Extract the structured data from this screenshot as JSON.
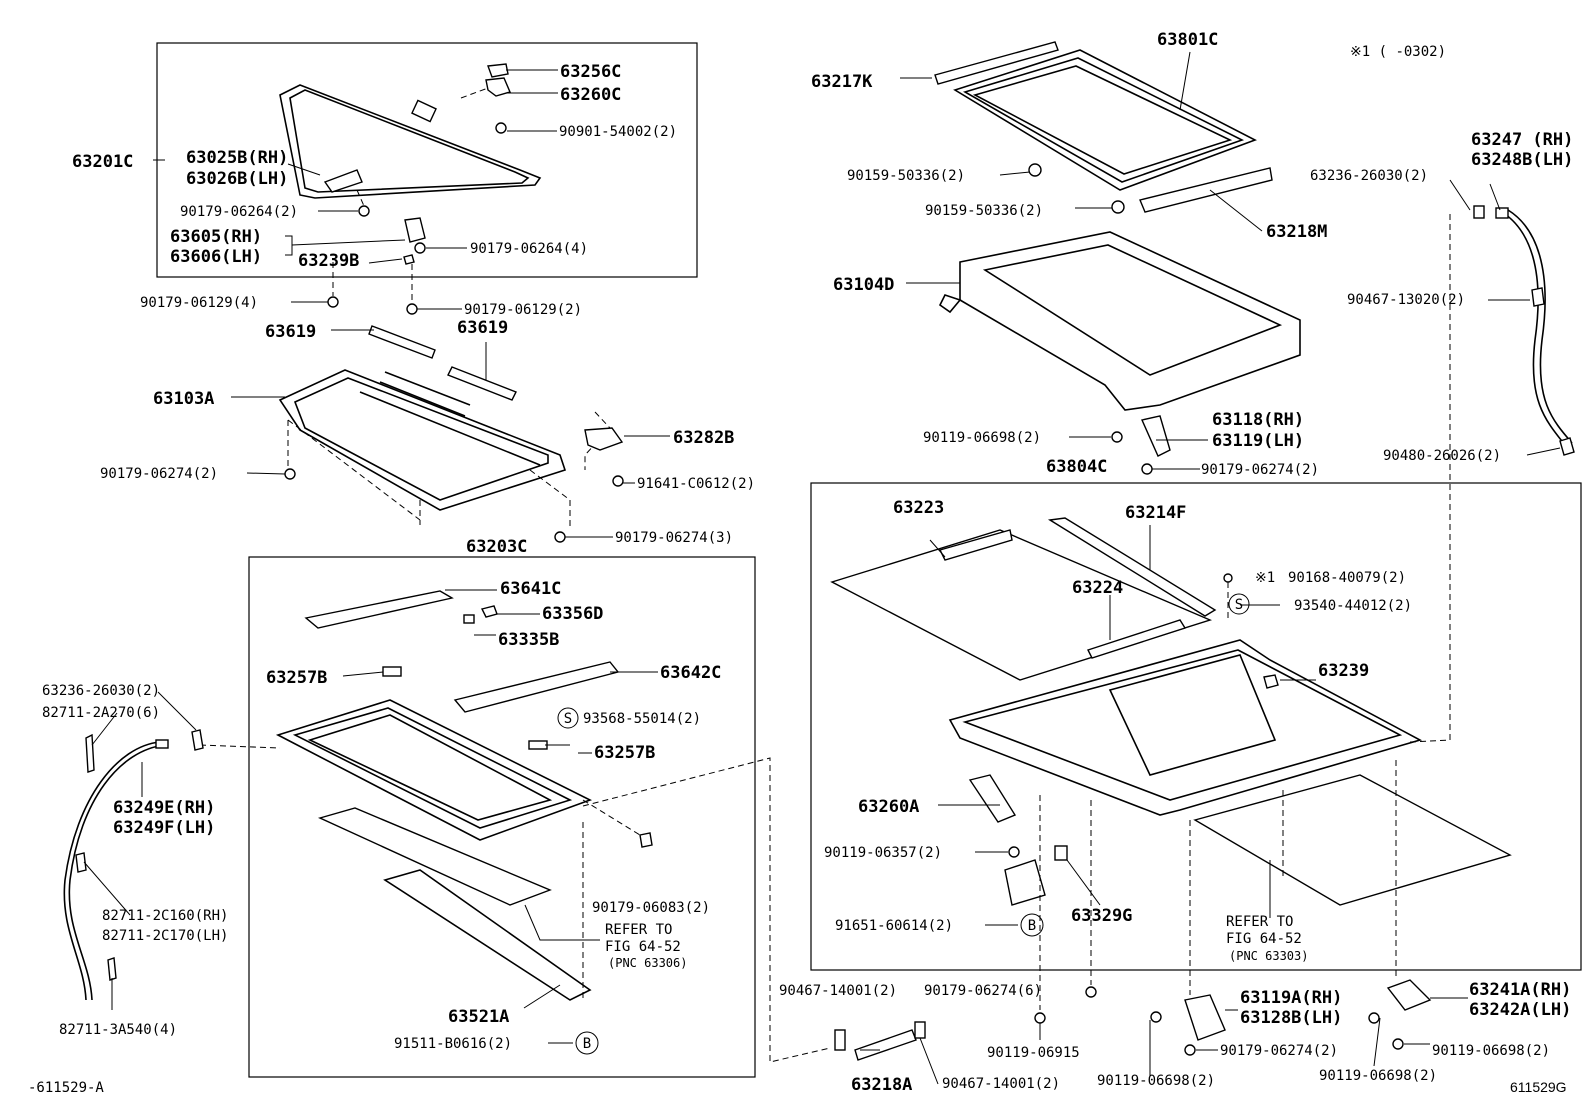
{
  "labels": {
    "p63256C": "63256C",
    "p63260C": "63260C",
    "p90901": "90901-54002(2)",
    "p63201C": "63201C",
    "p63025B": "63025B(RH)",
    "p63026B": "63026B(LH)",
    "p90179_06264_2": "90179-06264(2)",
    "p63605": "63605(RH)",
    "p63606": "63606(LH)",
    "p63239B": "63239B",
    "p90179_06264_4": "90179-06264(4)",
    "p90179_06129_4": "90179-06129(4)",
    "p90179_06129_2": "90179-06129(2)",
    "p63619a": "63619",
    "p63619b": "63619",
    "p63103A": "63103A",
    "p63282B": "63282B",
    "p90179_06274_2a": "90179-06274(2)",
    "p91641": "91641-C0612(2)",
    "p90179_06274_3": "90179-06274(3)",
    "p63203C": "63203C",
    "p63641C": "63641C",
    "p63356D": "63356D",
    "p63335B": "63335B",
    "p63257Ba": "63257B",
    "p63642C": "63642C",
    "p93568": "93568-55014(2)",
    "p63257Bb": "63257B",
    "p63236_left": "63236-26030(2)",
    "p82711_2A270": "82711-2A270(6)",
    "p63249E": "63249E(RH)",
    "p63249F": "63249F(LH)",
    "p90179_06083": "90179-06083(2)",
    "p82711_2C160": "82711-2C160(RH)",
    "p82711_2C170": "82711-2C170(LH)",
    "p82711_3A540": "82711-3A540(4)",
    "ref_left_1": "REFER TO",
    "ref_left_2": "FIG 64-52",
    "ref_left_3": "(PNC 63306)",
    "p63521A": "63521A",
    "p91511": "91511-B0616(2)",
    "footer_left": "-611529-A",
    "p63217K": "63217K",
    "p63801C": "63801C",
    "note1": "※1 (      -0302)",
    "p63247": "63247 (RH)",
    "p63248B": "63248B(LH)",
    "p90159_a": "90159-50336(2)",
    "p90159_b": "90159-50336(2)",
    "p63218M": "63218M",
    "p63236_right": "63236-26030(2)",
    "p63104D": "63104D",
    "p90467_13020": "90467-13020(2)",
    "p63118": "63118(RH)",
    "p63119": "63119(LH)",
    "p90119_06698_a": "90119-06698(2)",
    "p90480": "90480-26026(2)",
    "p63804C": "63804C",
    "p90179_06274_2b": "90179-06274(2)",
    "p63223": "63223",
    "p63214F": "63214F",
    "p90168_mark": "※1",
    "p90168": "90168-40079(2)",
    "p63224": "63224",
    "p93540": "93540-44012(2)",
    "p63239": "63239",
    "p63260A": "63260A",
    "p90119_06357": "90119-06357(2)",
    "p91651": "91651-60614(2)",
    "p63329G": "63329G",
    "ref_right_1": "REFER TO",
    "ref_right_2": "FIG 64-52",
    "ref_right_3": "(PNC 63303)",
    "p90467_14001_a": "90467-14001(2)",
    "p90179_06274_6": "90179-06274(6)",
    "p63119A": "63119A(RH)",
    "p63128B": "63128B(LH)",
    "p63241A": "63241A(RH)",
    "p63242A": "63242A(LH)",
    "p90119_06915": "90119-06915",
    "p90179_06274_2c": "90179-06274(2)",
    "p90119_06698_b": "90119-06698(2)",
    "p63218A": "63218A",
    "p90467_14001_b": "90467-14001(2)",
    "p90119_06698_c": "90119-06698(2)",
    "p90119_06698_d": "90119-06698(2)",
    "footer_right": "611529G",
    "s_mark_1": "S",
    "s_mark_2": "S",
    "b_mark_1": "B",
    "b_mark_2": "B"
  }
}
